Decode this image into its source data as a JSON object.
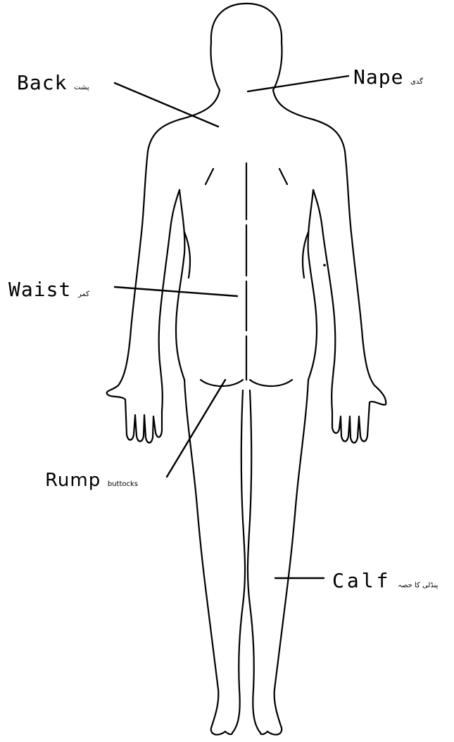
{
  "labels": {
    "back": {
      "en": "Back",
      "ur": "پشت"
    },
    "nape": {
      "en": "Nape",
      "ur": "گدی"
    },
    "waist": {
      "en": "Waist",
      "ur": "کمر"
    },
    "rump": {
      "en": "Rump",
      "note": "buttocks"
    },
    "calf": {
      "en": "Calf",
      "ur": "پنڈلی کا حصہ"
    }
  }
}
